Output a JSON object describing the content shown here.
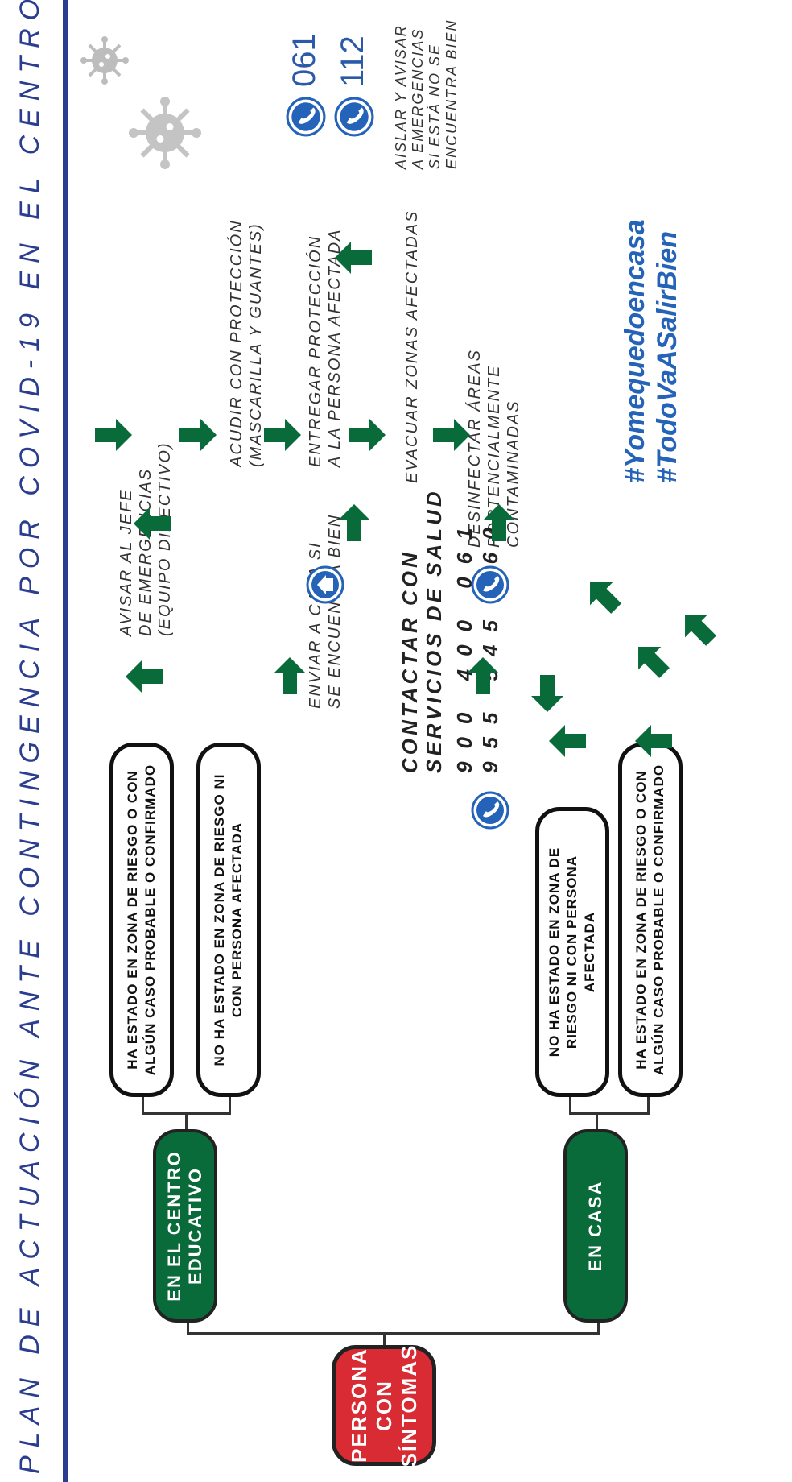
{
  "title": "PLAN DE ACTUACIÓN ANTE CONTINGENCIA POR COVID-19 EN EL CENTRO",
  "root_node": {
    "line1": "PERSONA CON",
    "line2": "SÍNTOMAS"
  },
  "branches": {
    "centro": {
      "label": "EN EL CENTRO EDUCATIVO",
      "risk": "HA ESTADO EN ZONA DE RIESGO O CON ALGÚN CASO PROBABLE O CONFIRMADO",
      "no_risk": "NO HA ESTADO EN ZONA DE RIESGO NI CON PERSONA AFECTADA"
    },
    "casa": {
      "label": "EN CASA",
      "no_risk": "NO HA ESTADO EN ZONA DE RIESGO NI CON PERSONA AFECTADA",
      "risk": "HA ESTADO EN ZONA DE RIESGO O CON ALGÚN CASO PROBABLE O CONFIRMADO"
    }
  },
  "steps": {
    "send_home": "ENVIAR A CASA SI\nSE ENCUENTRA BIEN",
    "notify": "AVISAR AL JEFE\nDE EMERGENCIAS\n(EQUIPO DIRECTIVO)",
    "protect": "ACUDIR CON PROTECCIÓN\n(MASCARILLA Y GUANTES)",
    "deliver": "ENTREGAR PROTECCIÓN\nA LA PERSONA AFECTADA",
    "evacuate": "EVACUAR ZONAS AFECTADAS",
    "disinfect": "DESINFECTAR ÁREAS\nPORTENCIALMENTE\nCONTAMINADAS"
  },
  "health": {
    "title": "CONTACTAR CON\nSERVICIOS DE SALUD",
    "phones": [
      "900 400 061",
      "955 545 060"
    ]
  },
  "emergency": {
    "numbers": [
      "061",
      "112"
    ],
    "note": "AISLAR Y AVISAR\nA EMERGENCIAS\nSI ESTÁ NO SE\nENCUENTRA BIEN"
  },
  "hashtags": [
    "#Yomequedoencasa",
    "#TodoVaASalirBien"
  ],
  "colors": {
    "green": "#0a6b3a",
    "red": "#d92b33",
    "blue": "#2563b8",
    "title_blue": "#2a3d8f"
  },
  "icons": [
    "virus-icon",
    "phone-icon",
    "home-icon",
    "arrow-icon"
  ]
}
